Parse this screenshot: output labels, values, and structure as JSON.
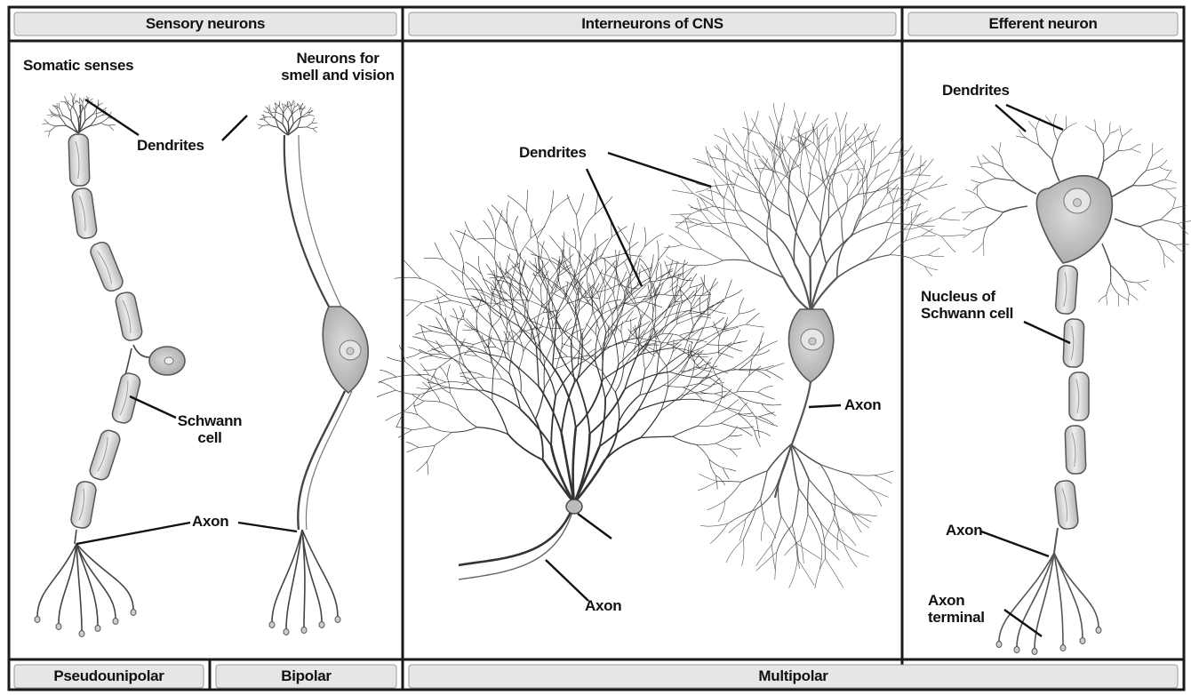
{
  "headers": {
    "sensory": "Sensory neurons",
    "interneurons": "Interneurons of CNS",
    "efferent": "Efferent neuron"
  },
  "footers": {
    "pseudounipolar": "Pseudounipolar",
    "bipolar": "Bipolar",
    "multipolar": "Multipolar"
  },
  "labels": {
    "somatic_senses": "Somatic senses",
    "neurons_for_line1": "Neurons for",
    "neurons_for_line2": "smell and vision",
    "dendrites_sensory": "Dendrites",
    "schwann_line1": "Schwann",
    "schwann_line2": "cell",
    "axon_sensory": "Axon",
    "dendrites_inter": "Dendrites",
    "axon_purkinje": "Axon",
    "axon_pyramidal": "Axon",
    "dendrites_efferent": "Dendrites",
    "nucleus_line1": "Nucleus of",
    "nucleus_line2": "Schwann cell",
    "axon_efferent": "Axon",
    "axon_terminal_line1": "Axon",
    "axon_terminal_line2": "terminal"
  },
  "colors": {
    "header_fill": "#e6e6e6",
    "cell_fill": "#c9c9c9",
    "cell_outline": "#555555",
    "border": "#1a1a1a"
  }
}
